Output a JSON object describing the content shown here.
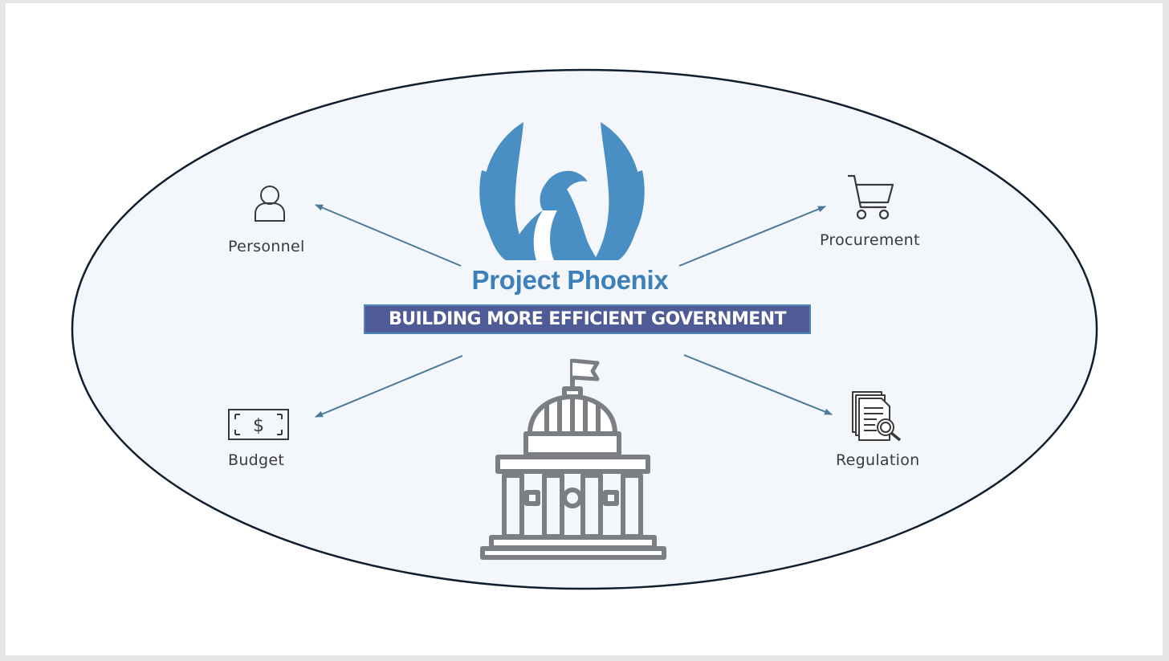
{
  "title": "Project Phoenix",
  "subtitle": "BUILDING MORE EFFICIENT GOVERNMENT",
  "nodes": [
    {
      "label": "Personnel",
      "icon": "person-icon"
    },
    {
      "label": "Procurement",
      "icon": "shopping-cart-icon"
    },
    {
      "label": "Budget",
      "icon": "dollar-bill-icon"
    },
    {
      "label": "Regulation",
      "icon": "documents-magnifier-icon"
    }
  ],
  "icons": {
    "logo": "phoenix-icon",
    "building": "capitol-building-icon"
  },
  "colors": {
    "ellipse_fill": "#f3f7fc",
    "ellipse_stroke": "#0f1e2e",
    "phoenix": "#4a8fc4",
    "banner": "#4f5b96",
    "arrow": "#4a7a98",
    "icon_gray": "#7b7f84"
  }
}
